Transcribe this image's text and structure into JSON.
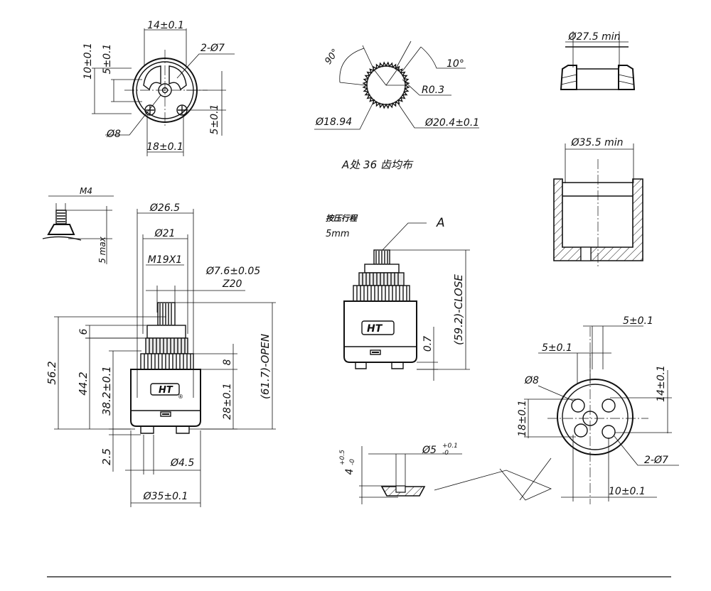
{
  "colors": {
    "line": "#111111",
    "background": "#ffffff",
    "hatch": "#111111"
  },
  "top_view": {
    "dim_width_top": "14±0.1",
    "dim_holes": "2-Ø7",
    "dim_left_10": "10±0.1",
    "dim_left_5": "5±0.1",
    "dim_right_5": "5±0.1",
    "dim_hole_8": "Ø8",
    "dim_width_bottom": "18±0.1"
  },
  "spline_detail": {
    "angle_90": "90°",
    "angle_10": "10°",
    "radius": "R0.3",
    "dia_inner": "Ø18.94",
    "dia_outer": "Ø20.4±0.1",
    "note": "A处 36 齿均布"
  },
  "ring_top": {
    "dim": "Ø27.5 min"
  },
  "housing_section": {
    "dim": "Ø35.5 min"
  },
  "screw_detail": {
    "thread": "M4",
    "depth": "5 max"
  },
  "side_open": {
    "dia_26_5": "Ø26.5",
    "dia_21": "Ø21",
    "thread": "M19X1",
    "spline": "Ø7.6±0.05",
    "teeth": "Z20",
    "h_56_2": "56.2",
    "h_44_2": "44.2",
    "h_38_2": "38.2±0.1",
    "h_6": "6",
    "h_8": "8",
    "h_28": "28±0.1",
    "h_open": "(61.7)-OPEN",
    "h_2_5": "2.5",
    "dia_4_5": "Ø4.5",
    "dia_35": "Ø35±0.1",
    "logo": "HT"
  },
  "side_close": {
    "stroke_label": "按压行程",
    "stroke_value": "5mm",
    "callout": "A",
    "h_close": "(59.2)-CLOSE",
    "h_0_7": "0.7",
    "logo": "HT"
  },
  "seal_detail": {
    "height": "4",
    "height_tol_upper": "+0.5",
    "height_tol_lower": "-0",
    "dia": "Ø5",
    "dia_tol_upper": "+0.1",
    "dia_tol_lower": "-0"
  },
  "bottom_view": {
    "dim_5_top": "5±0.1",
    "dim_5_left": "5±0.1",
    "dim_8": "Ø8",
    "dim_14": "14±0.1",
    "dim_18": "18±0.1",
    "dim_holes": "2-Ø7",
    "dim_10": "10±0.1"
  }
}
